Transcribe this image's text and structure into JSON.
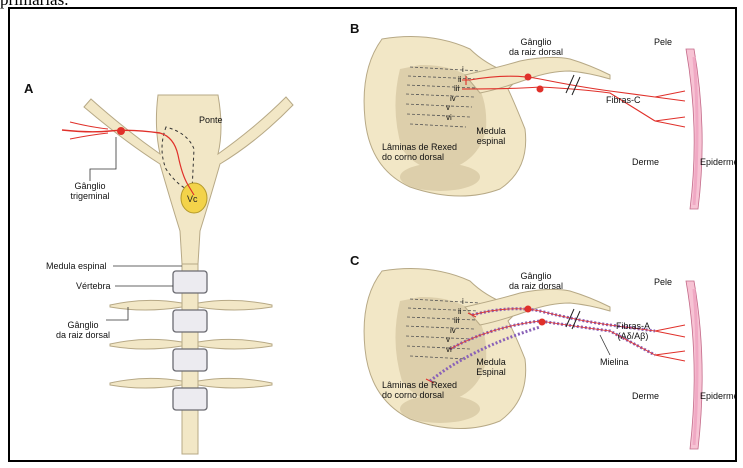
{
  "caption": "primárias.",
  "panels": {
    "a": "A",
    "b": "B",
    "c": "C"
  },
  "panel_a": {
    "pons": "Ponte",
    "trigeminal_ganglion": [
      "Gânglio",
      "trigeminal"
    ],
    "vc": "Vc",
    "spinal_cord": "Medula espinal",
    "vertebra": "Vértebra",
    "drg": [
      "Gânglio",
      "da raiz dorsal"
    ]
  },
  "panel_b": {
    "drg": [
      "Gânglio",
      "da raiz dorsal"
    ],
    "spinal_cord": [
      "Medula",
      "espinal"
    ],
    "rexed": [
      "Lâminas de Rexed",
      "do corno dorsal"
    ],
    "fibers": "Fibras-C",
    "skin": "Pele",
    "dermis": "Derme",
    "epidermis": "Epiderme",
    "laminae": [
      "i",
      "ii",
      "iii",
      "iv",
      "v",
      "vi"
    ]
  },
  "panel_c": {
    "drg": [
      "Gânglio",
      "da raiz dorsal"
    ],
    "spinal_cord": [
      "Medula",
      "Espinal"
    ],
    "rexed": [
      "Lâminas de Rexed",
      "do corno dorsal"
    ],
    "fibers": [
      "Fibras-A",
      "(Aδ/Aβ)"
    ],
    "myelin": "Mielina",
    "skin": "Pele",
    "dermis": "Derme",
    "epidermis": "Epiderme",
    "laminae": [
      "i",
      "ii",
      "iii",
      "iv",
      "v",
      "vi"
    ]
  },
  "colors": {
    "tissue": "#f2e7c6",
    "tissue_outline": "#b7a986",
    "gray_matter": "#ddcfab",
    "nerve": "#e0302a",
    "myelin": "#8a62b8",
    "vertebra": "#ecebf0",
    "skin": "#f0a9c4",
    "nucleus": "#f3d34a"
  }
}
